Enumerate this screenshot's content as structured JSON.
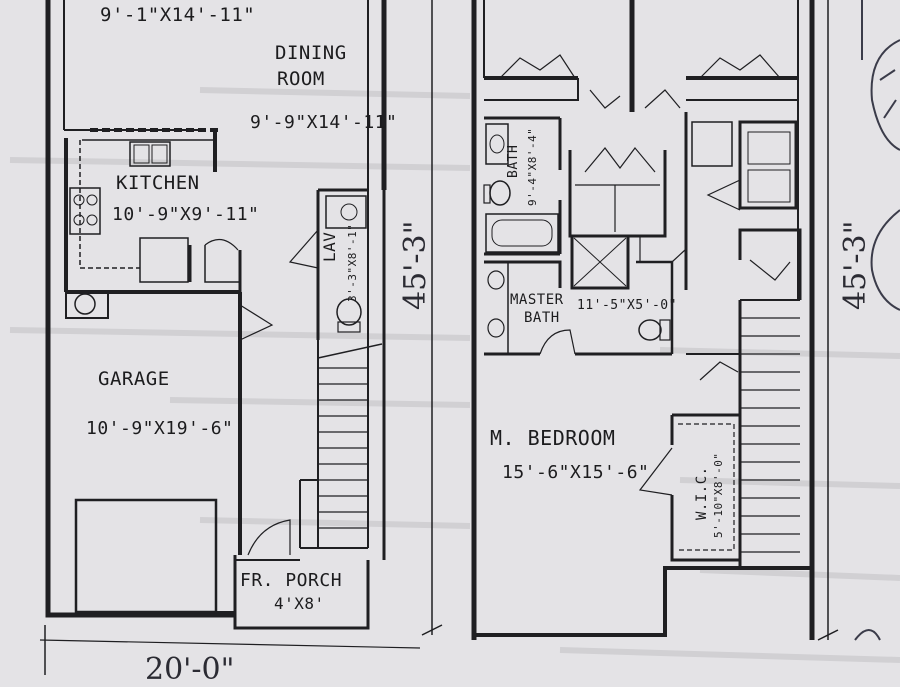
{
  "floor1": {
    "top_room_dims": "9'-1\"X14'-11\"",
    "dining": {
      "name_line1": "DINING",
      "name_line2": "ROOM",
      "dims": "9'-9\"X14'-11\""
    },
    "kitchen": {
      "name": "KITCHEN",
      "dims": "10'-9\"X9'-11\""
    },
    "lav": {
      "name": "LAV",
      "dims": "3'-3\"X8'-1\""
    },
    "garage": {
      "name": "GARAGE",
      "dims": "10'-9\"X19'-6\""
    },
    "porch": {
      "name": "FR. PORCH",
      "dims": "4'X8'"
    },
    "depth_dim": "45'-3\"",
    "width_dim": "20'-0\""
  },
  "floor2": {
    "bath": {
      "name": "BATH",
      "dims": "9'-4\"X8'-4\""
    },
    "master_bath": {
      "name_line1": "MASTER",
      "name_line2": "BATH",
      "dims": "11'-5\"X5'-0\""
    },
    "bedroom": {
      "name": "M. BEDROOM",
      "dims": "15'-6\"X15'-6\""
    },
    "wic": {
      "name": "W.I.C.",
      "dims": "5'-10\"X8'-0\""
    },
    "depth_dim": "45'-3\""
  }
}
